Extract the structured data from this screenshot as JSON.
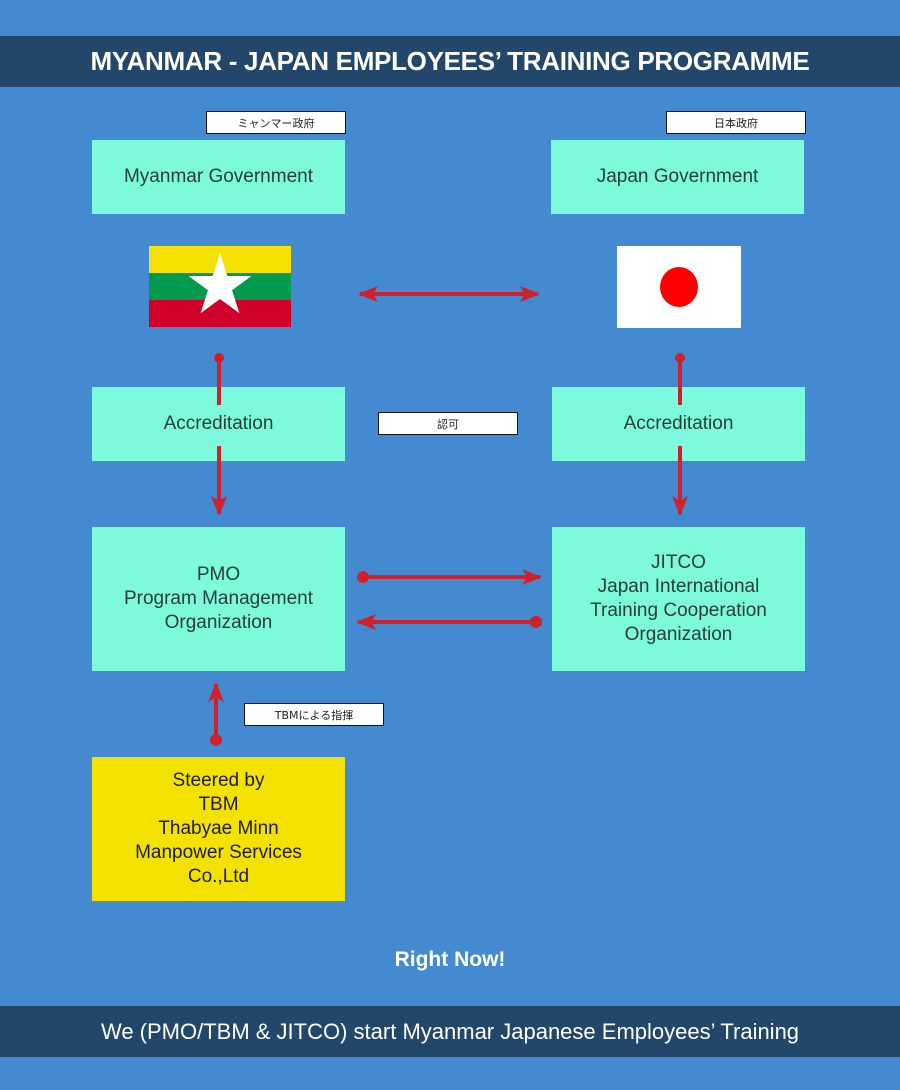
{
  "header": {
    "title": "MYANMAR - JAPAN EMPLOYEES’ TRAINING PROGRAMME"
  },
  "myanmar_side": {
    "tag": "ミャンマー政府",
    "government": "Myanmar Government",
    "flag": "myanmar-flag",
    "accreditation": "Accreditation",
    "organization": "PMO\nProgram Management\nOrganization"
  },
  "japan_side": {
    "tag": "日本政府",
    "government": "Japan Government",
    "flag": "japan-flag",
    "accreditation": "Accreditation",
    "organization": "JITCO\nJapan International\nTraining Cooperation\nOrganization"
  },
  "center_tag": "認可",
  "steering": {
    "tag": "TBMによる指揮",
    "label": "Steered by\nTBM\nThabyae Minn\nManpower Services\nCo.,Ltd"
  },
  "right_now": "Right Now!",
  "footer": {
    "text": "We (PMO/TBM & JITCO) start Myanmar Japanese Employees’ Training"
  },
  "colors": {
    "background": "#438ad1",
    "banner": "#22476b",
    "box": "#7dfadb",
    "steer_box": "#f3e100",
    "arrow": "#d0202a"
  }
}
